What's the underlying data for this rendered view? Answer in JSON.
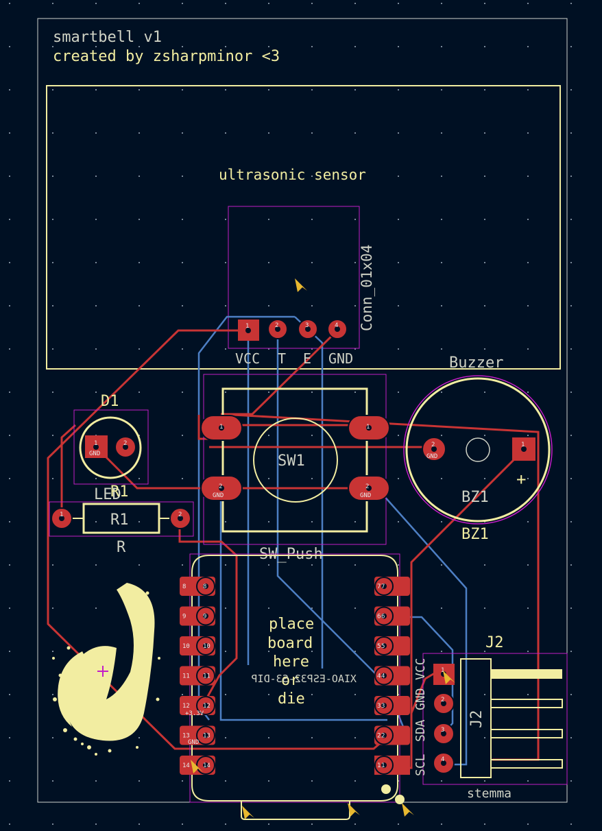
{
  "board": {
    "title_line1": "smartbell v1",
    "title_line2": "created by zsharpminor <3",
    "colors": {
      "background": "#001023",
      "edge": "#d0d2cd",
      "silk": "#f2eda1",
      "courtyard": "#c21ec6",
      "front_copper": "#c83434",
      "back_copper": "#4d7fc4",
      "pad": "#c83434"
    }
  },
  "sensor": {
    "label": "ultrasonic sensor",
    "value": "Conn_01x04",
    "pins": [
      "VCC",
      "T",
      "E",
      "GND"
    ],
    "pad_numbers": [
      "1",
      "2",
      "3",
      "4"
    ]
  },
  "d1": {
    "ref": "D1",
    "value": "LED",
    "pad_numbers": [
      "1",
      "2"
    ],
    "pad1_net": "GND"
  },
  "r1": {
    "ref": "R1",
    "value": "R",
    "pad_numbers": [
      "1",
      "2"
    ]
  },
  "sw1": {
    "ref": "SW1",
    "value": "SW_Push",
    "pad_numbers": [
      "1",
      "1",
      "2",
      "2"
    ],
    "net": "GND"
  },
  "bz1": {
    "ref": "BZ1",
    "value": "Buzzer",
    "plus": "+",
    "pad_numbers": [
      "2",
      "1"
    ],
    "pad2_net": "GND"
  },
  "u1": {
    "note_lines": [
      "place",
      "board",
      "here",
      "or",
      "die"
    ],
    "value": "XIAO-ESP32-S3-DIP",
    "left_pins": [
      "8",
      "9",
      "10",
      "11",
      "12",
      "13",
      "14"
    ],
    "right_pins": [
      "7",
      "6",
      "5",
      "4",
      "3",
      "2",
      "1"
    ],
    "pin12_net": "+3.3V",
    "pin13_net": "GND"
  },
  "j2": {
    "ref": "J2",
    "value": "stemma",
    "pins": [
      "VCC",
      "GND",
      "SDA",
      "SCL"
    ],
    "pad_numbers": [
      "1",
      "2",
      "3",
      "4"
    ]
  }
}
